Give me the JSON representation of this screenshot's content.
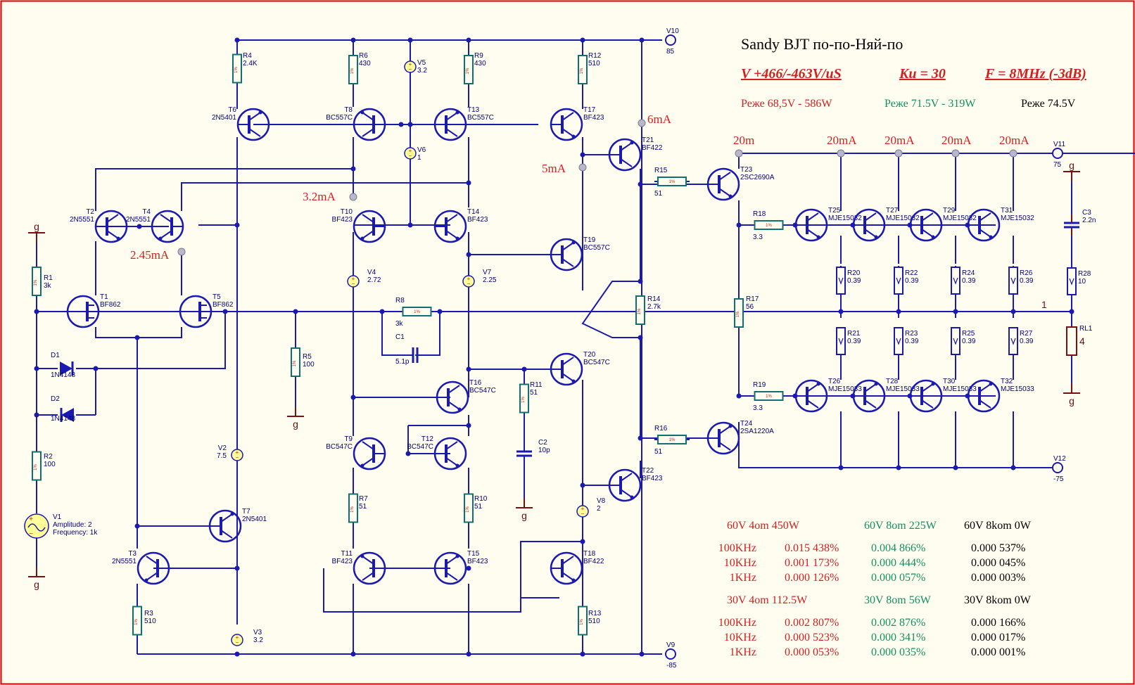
{
  "colors": {
    "wire": "#1a1ab0",
    "red": "#d02020",
    "green": "#109060",
    "black": "#000000",
    "ground": "#7a1010",
    "resistor": "#107070",
    "source": "#ffff99"
  },
  "title": "Sandy BJT по-по-Няй-по",
  "specs": {
    "slew": "V +466/-463V/uS",
    "gain": "Ku = 30",
    "bandwidth": "F = 8MHz (-3dB)"
  },
  "regimes": {
    "r1": "Реже 68,5V - 586W",
    "r2": "Реже 71.5V - 319W",
    "r3": "Реже 74.5V"
  },
  "currents": {
    "c6ma": "6mA",
    "c5ma": "5mA",
    "c3_2": "3.2mA",
    "c2_45": "2.45mA",
    "c20m": "20m",
    "c20a": "20mA",
    "c20b": "20mA",
    "c20c": "20mA",
    "c20d": "20mA"
  },
  "rails": {
    "v10": "V10",
    "v10v": "85",
    "v9": "V9",
    "v9v": "-85",
    "v11": "V11",
    "v11v": "75",
    "v12": "V12",
    "v12v": "-75"
  },
  "ground": "g",
  "node1": "1",
  "pct": "1%",
  "transistors": {
    "T1": [
      "T1",
      "BF862"
    ],
    "T2": [
      "T2",
      "2N5551"
    ],
    "T3": [
      "T3",
      "2N5551"
    ],
    "T4": [
      "T4",
      "2N5551"
    ],
    "T5": [
      "T5",
      "BF862"
    ],
    "T6": [
      "T6",
      "2N5401"
    ],
    "T7": [
      "T7",
      "2N5401"
    ],
    "T8": [
      "T8",
      "BC557C"
    ],
    "T9": [
      "T9",
      "BC547C"
    ],
    "T10": [
      "T10",
      "BF423"
    ],
    "T11": [
      "T11",
      "BF423"
    ],
    "T12": [
      "T12",
      "BC547C"
    ],
    "T13": [
      "T13",
      "BC557C"
    ],
    "T14": [
      "T14",
      "BF423"
    ],
    "T15": [
      "T15",
      "BF423"
    ],
    "T16": [
      "T16",
      "BC547C"
    ],
    "T17": [
      "T17",
      "BF423"
    ],
    "T18": [
      "T18",
      "BF422"
    ],
    "T19": [
      "T19",
      "BC557C"
    ],
    "T20": [
      "T20",
      "BC547C"
    ],
    "T21": [
      "T21",
      "BF422"
    ],
    "T22": [
      "T22",
      "BF423"
    ],
    "T23": [
      "T23",
      "2SC2690A"
    ],
    "T24": [
      "T24",
      "2SA1220A"
    ],
    "T25": [
      "T25",
      "MJE15032"
    ],
    "T26": [
      "T26",
      "MJE15033"
    ],
    "T27": [
      "T27",
      "MJE15032"
    ],
    "T28": [
      "T28",
      "MJE15033"
    ],
    "T29": [
      "T29",
      "MJE15032"
    ],
    "T30": [
      "T30",
      "MJE15033"
    ],
    "T31": [
      "T31",
      "MJE15032"
    ],
    "T32": [
      "T32",
      "MJE15033"
    ]
  },
  "resistors": {
    "R1": [
      "R1",
      "3k"
    ],
    "R2": [
      "R2",
      "100"
    ],
    "R3": [
      "R3",
      "510"
    ],
    "R4": [
      "R4",
      "2.4K"
    ],
    "R5": [
      "R5",
      "100"
    ],
    "R6": [
      "R6",
      "430"
    ],
    "R7": [
      "R7",
      "51"
    ],
    "R8": [
      "R8",
      "3k"
    ],
    "R9": [
      "R9",
      "430"
    ],
    "R10": [
      "R10",
      "51"
    ],
    "R11": [
      "R11",
      "51"
    ],
    "R12": [
      "R12",
      "510"
    ],
    "R13": [
      "R13",
      "510"
    ],
    "R14": [
      "R14",
      "2.7k"
    ],
    "R15": [
      "R15",
      "51"
    ],
    "R16": [
      "R16",
      "51"
    ],
    "R17": [
      "R17",
      "56"
    ],
    "R18": [
      "R18",
      "3.3"
    ],
    "R19": [
      "R19",
      "3.3"
    ],
    "R20": [
      "R20",
      "0.39"
    ],
    "R21": [
      "R21",
      "0.39"
    ],
    "R22": [
      "R22",
      "0.39"
    ],
    "R23": [
      "R23",
      "0.39"
    ],
    "R24": [
      "R24",
      "0.39"
    ],
    "R25": [
      "R25",
      "0.39"
    ],
    "R26": [
      "R26",
      "0.39"
    ],
    "R27": [
      "R27",
      "0.39"
    ],
    "R28": [
      "R28",
      "10"
    ]
  },
  "capacitors": {
    "C1": [
      "C1",
      "5.1p"
    ],
    "C2": [
      "C2",
      "10p"
    ],
    "C3": [
      "C3",
      "2.2n"
    ]
  },
  "diodes": {
    "D1": [
      "D1",
      "1N4148"
    ],
    "D2": [
      "D2",
      "1N4148"
    ]
  },
  "sources": {
    "V2": [
      "V2",
      "7.5"
    ],
    "V3": [
      "V3",
      "3.2"
    ],
    "V4": [
      "V4",
      "2.72"
    ],
    "V5": [
      "V5",
      "3.2"
    ],
    "V6": [
      "V6",
      "1"
    ],
    "V7": [
      "V7",
      "2.25"
    ],
    "V8": [
      "V8",
      "2"
    ],
    "V1": {
      "name": "V1",
      "amp": "Amplitude: 2",
      "freq": "Frequency: 1k"
    }
  },
  "load": [
    "RL1",
    "4"
  ],
  "thd": {
    "top": {
      "h1": "60V 4om 450W",
      "h2": "60V 8om 225W",
      "h3": "60V 8kom 0W",
      "rows": [
        {
          "f": "100KHz",
          "a": "0.015 438%",
          "b": "0.004 866%",
          "c": "0.000 537%"
        },
        {
          "f": "10KHz",
          "a": "0.001 173%",
          "b": "0.000 444%",
          "c": "0.000 045%"
        },
        {
          "f": "1KHz",
          "a": "0.000 126%",
          "b": "0.000 057%",
          "c": "0.000 003%"
        }
      ]
    },
    "bottom": {
      "h1": "30V 4om 112.5W",
      "h2": "30V 8om 56W",
      "h3": "30V 8kom 0W",
      "rows": [
        {
          "f": "100KHz",
          "a": "0.002 807%",
          "b": "0.002 876%",
          "c": "0.000 166%"
        },
        {
          "f": "10KHz",
          "a": "0.000 523%",
          "b": "0.000 341%",
          "c": "0.000 017%"
        },
        {
          "f": "1KHz",
          "a": "0.000 053%",
          "b": "0.000 035%",
          "c": "0.000 001%"
        }
      ]
    }
  }
}
